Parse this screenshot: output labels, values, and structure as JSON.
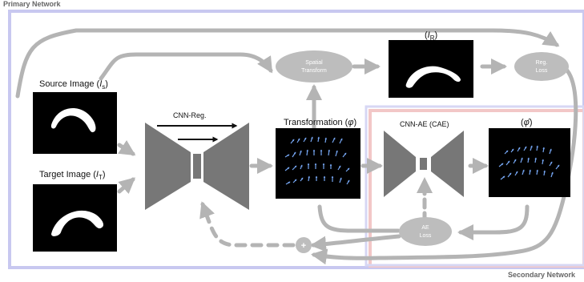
{
  "panels": {
    "primary": {
      "label": "Primary Network",
      "stroke": "#c8c8f0"
    },
    "secondary": {
      "label": "Secondary Network",
      "stroke": "#f2c7c7"
    }
  },
  "labels": {
    "source": "Source Image (",
    "source_symbol": "I",
    "source_sub": "s",
    "source_close": ")",
    "target": "Target Image (",
    "target_symbol": "I",
    "target_sub": "T",
    "target_close": ")",
    "cnn_reg": "CNN-Reg.",
    "transformation": "Transformation (",
    "phi": "φ",
    "transformation_close": ")",
    "cnn_ae": "CNN-AE (CAE)",
    "phi_hat_open": "(",
    "phi_hat": "φ̂",
    "phi_hat_close": ")",
    "ir_open": "(",
    "ir_symbol": "I",
    "ir_sub": "R",
    "ir_close": ")"
  },
  "nodes": {
    "spatial_transform": "Spatial Transform",
    "reg_loss": "Reg. Loss",
    "ae_loss": "AE Loss",
    "sum": "+"
  },
  "icons": {
    "source_shape": "white-arc-icon",
    "target_shape": "white-arc-icon",
    "result_shape": "white-arc-icon",
    "vector_field": "blue-arrow-field-icon"
  },
  "colors": {
    "arrow": "#b4b4b4",
    "node": "#bdbdbd",
    "network": "#777777",
    "panel_fill": "#ffffff",
    "image_bg": "#000000",
    "vector": "#75a5f1"
  }
}
